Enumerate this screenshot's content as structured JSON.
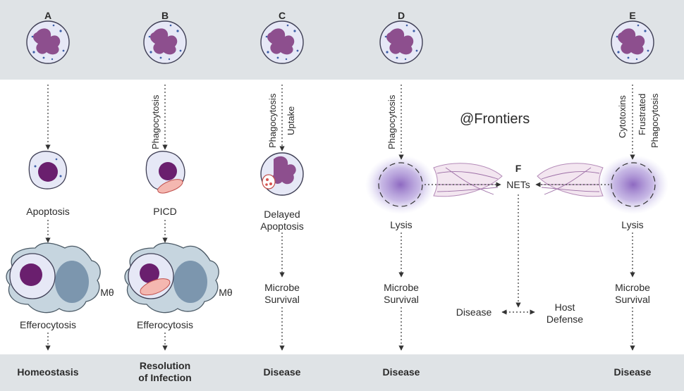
{
  "columns": [
    {
      "letter": "A",
      "stage1": "Apoptosis",
      "stage2": "Efferocytosis",
      "outcome": "Homeostasis"
    },
    {
      "letter": "B",
      "arrow_label": "Phagocytosis",
      "stage1": "PICD",
      "stage2": "Efferocytosis",
      "outcome_line1": "Resolution",
      "outcome_line2": "of Infection"
    },
    {
      "letter": "C",
      "arrow_label_1": "Phagocytosis",
      "arrow_label_2": "Uptake",
      "stage1_line1": "Delayed",
      "stage1_line2": "Apoptosis",
      "stage2_line1": "Microbe",
      "stage2_line2": "Survival",
      "outcome": "Disease"
    },
    {
      "letter": "D",
      "arrow_label": "Phagocytosis",
      "stage1": "Lysis",
      "stage2_line1": "Microbe",
      "stage2_line2": "Survival",
      "outcome": "Disease"
    },
    {
      "letter": "E",
      "arrow_label_1": "Cytotoxins",
      "arrow_label_2": "Frustrated",
      "arrow_label_3": "Phagocytosis",
      "stage1": "Lysis",
      "stage2_line1": "Microbe",
      "stage2_line2": "Survival",
      "outcome": "Disease"
    }
  ],
  "center": {
    "letter": "F",
    "nets": "NETs",
    "left_outcome": "Disease",
    "right_outcome_line1": "Host",
    "right_outcome_line2": "Defense"
  },
  "macrophage_label": "Mθ",
  "watermark": "@Frontiers",
  "colors": {
    "band": "#dfe3e6",
    "cell_fill": "#e6e8f6",
    "nucleus": "#8d4f8e",
    "apoptotic_nucleus": "#6a1f6e",
    "macrophage": "#c6d5df",
    "macrophage_nucleus": "#6e8ba6",
    "nets_glow": "#9a7fd0",
    "microbe": "#f4b7b0"
  }
}
